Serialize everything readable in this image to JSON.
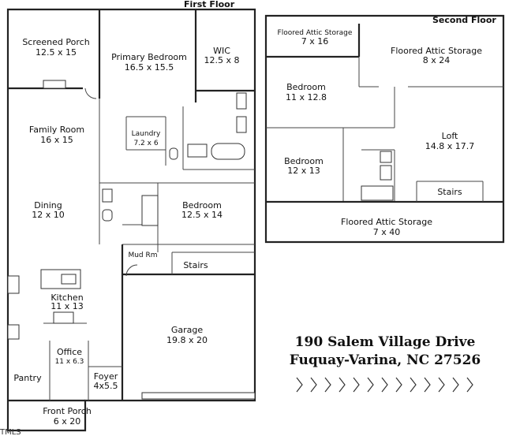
{
  "first_floor": {
    "title": "First Floor",
    "rooms": [
      {
        "name": "Screened Porch",
        "dims": "12.5 x 15"
      },
      {
        "name": "Primary Bedroom",
        "dims": "16.5 x 15.5"
      },
      {
        "name": "WIC",
        "dims": "12.5 x 8"
      },
      {
        "name": "Family Room",
        "dims": "16 x 15"
      },
      {
        "name": "Laundry",
        "dims": "7.2 x 6"
      },
      {
        "name": "Dining",
        "dims": "12 x 10"
      },
      {
        "name": "Bedroom",
        "dims": "12.5 x 14"
      },
      {
        "name": "Mud Rm",
        "dims": ""
      },
      {
        "name": "Stairs",
        "dims": ""
      },
      {
        "name": "Kitchen",
        "dims": "11 x 13"
      },
      {
        "name": "Garage",
        "dims": "19.8 x 20"
      },
      {
        "name": "Office",
        "dims": "11 x 6.3"
      },
      {
        "name": "Pantry",
        "dims": ""
      },
      {
        "name": "Foyer",
        "dims": "4x5.5"
      },
      {
        "name": "Front Porch",
        "dims": "6 x 20"
      }
    ]
  },
  "second_floor": {
    "title": "Second Floor",
    "rooms": [
      {
        "name": "Floored Attic Storage",
        "dims": "7 x 16"
      },
      {
        "name": "Floored Attic Storage",
        "dims": "8 x 24"
      },
      {
        "name": "Bedroom",
        "dims": "11 x 12.8"
      },
      {
        "name": "Loft",
        "dims": "14.8 x 17.7"
      },
      {
        "name": "Bedroom",
        "dims": "12 x 13"
      },
      {
        "name": "Stairs",
        "dims": ""
      },
      {
        "name": "Floored Attic Storage",
        "dims": "7 x 40"
      }
    ]
  },
  "address": {
    "line1": "190 Salem Village Drive",
    "line2": "Fuquay-Varina, NC 27526"
  },
  "watermark": "TMLS"
}
